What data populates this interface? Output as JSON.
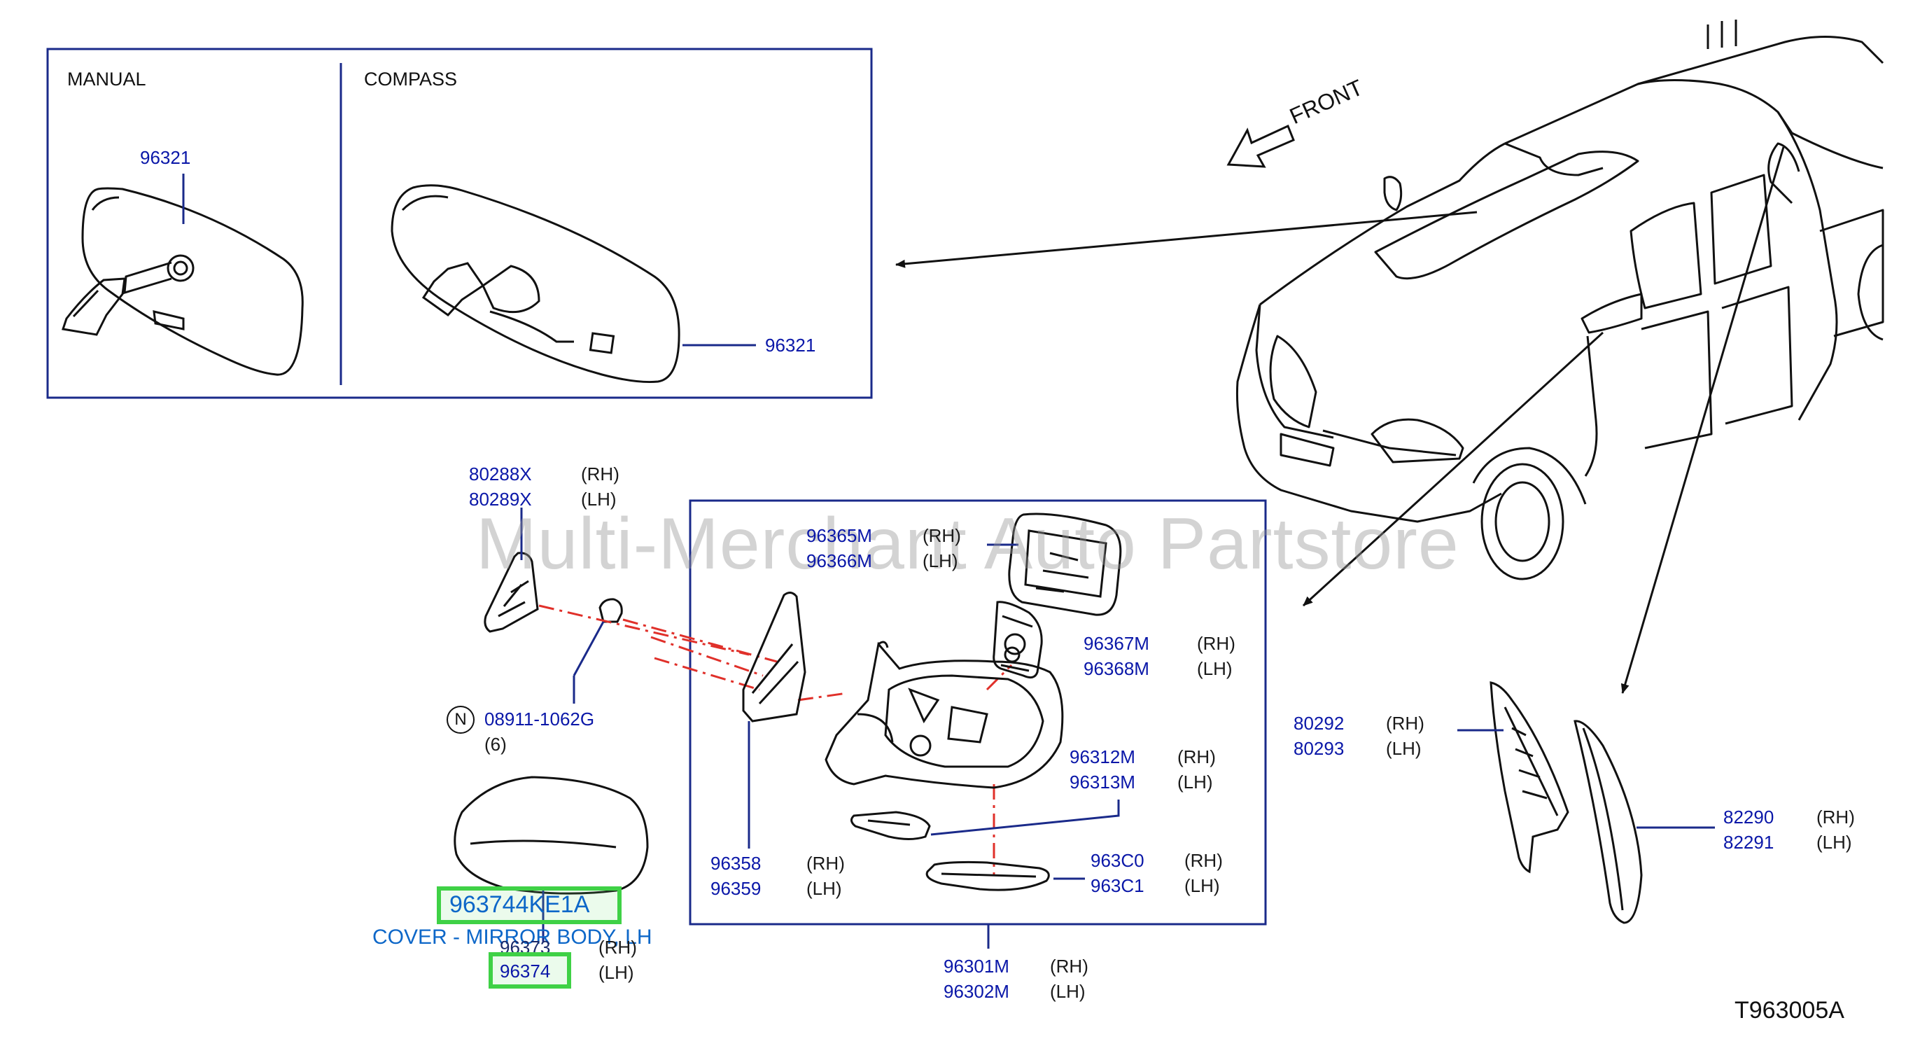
{
  "diagram_code": "T963005A",
  "front_label": "FRONT",
  "watermark": "Multi-Merchant Auto Partstore",
  "inset": {
    "manual_label": "MANUAL",
    "compass_label": "COMPASS",
    "manual_part": "96321",
    "compass_part": "96321"
  },
  "labels": {
    "p80288": "80288X",
    "p80289": "80289X",
    "p08911": "08911-1062G",
    "qty": "(6)",
    "n_symbol": "N",
    "p96365": "96365M",
    "p96366": "96366M",
    "p96367": "96367M",
    "p96368": "96368M",
    "p96312": "96312M",
    "p96313": "96313M",
    "p963c0": "963C0",
    "p963c1": "963C1",
    "p96358": "96358",
    "p96359": "96359",
    "p96301": "96301M",
    "p96302": "96302M",
    "p96373": "96373",
    "p96374": "96374",
    "p80292": "80292",
    "p80293": "80293",
    "p82290": "82290",
    "p82291": "82291",
    "rh": "(RH)",
    "lh": "(LH)"
  },
  "highlight": {
    "part_number": "963744KE1A",
    "description": "COVER - MIRROR BODY, LH",
    "color": "#3fd146"
  },
  "colors": {
    "part_number": "#0a17a8",
    "highlight_text": "#0d67c8",
    "dash_line": "#e0302a"
  }
}
